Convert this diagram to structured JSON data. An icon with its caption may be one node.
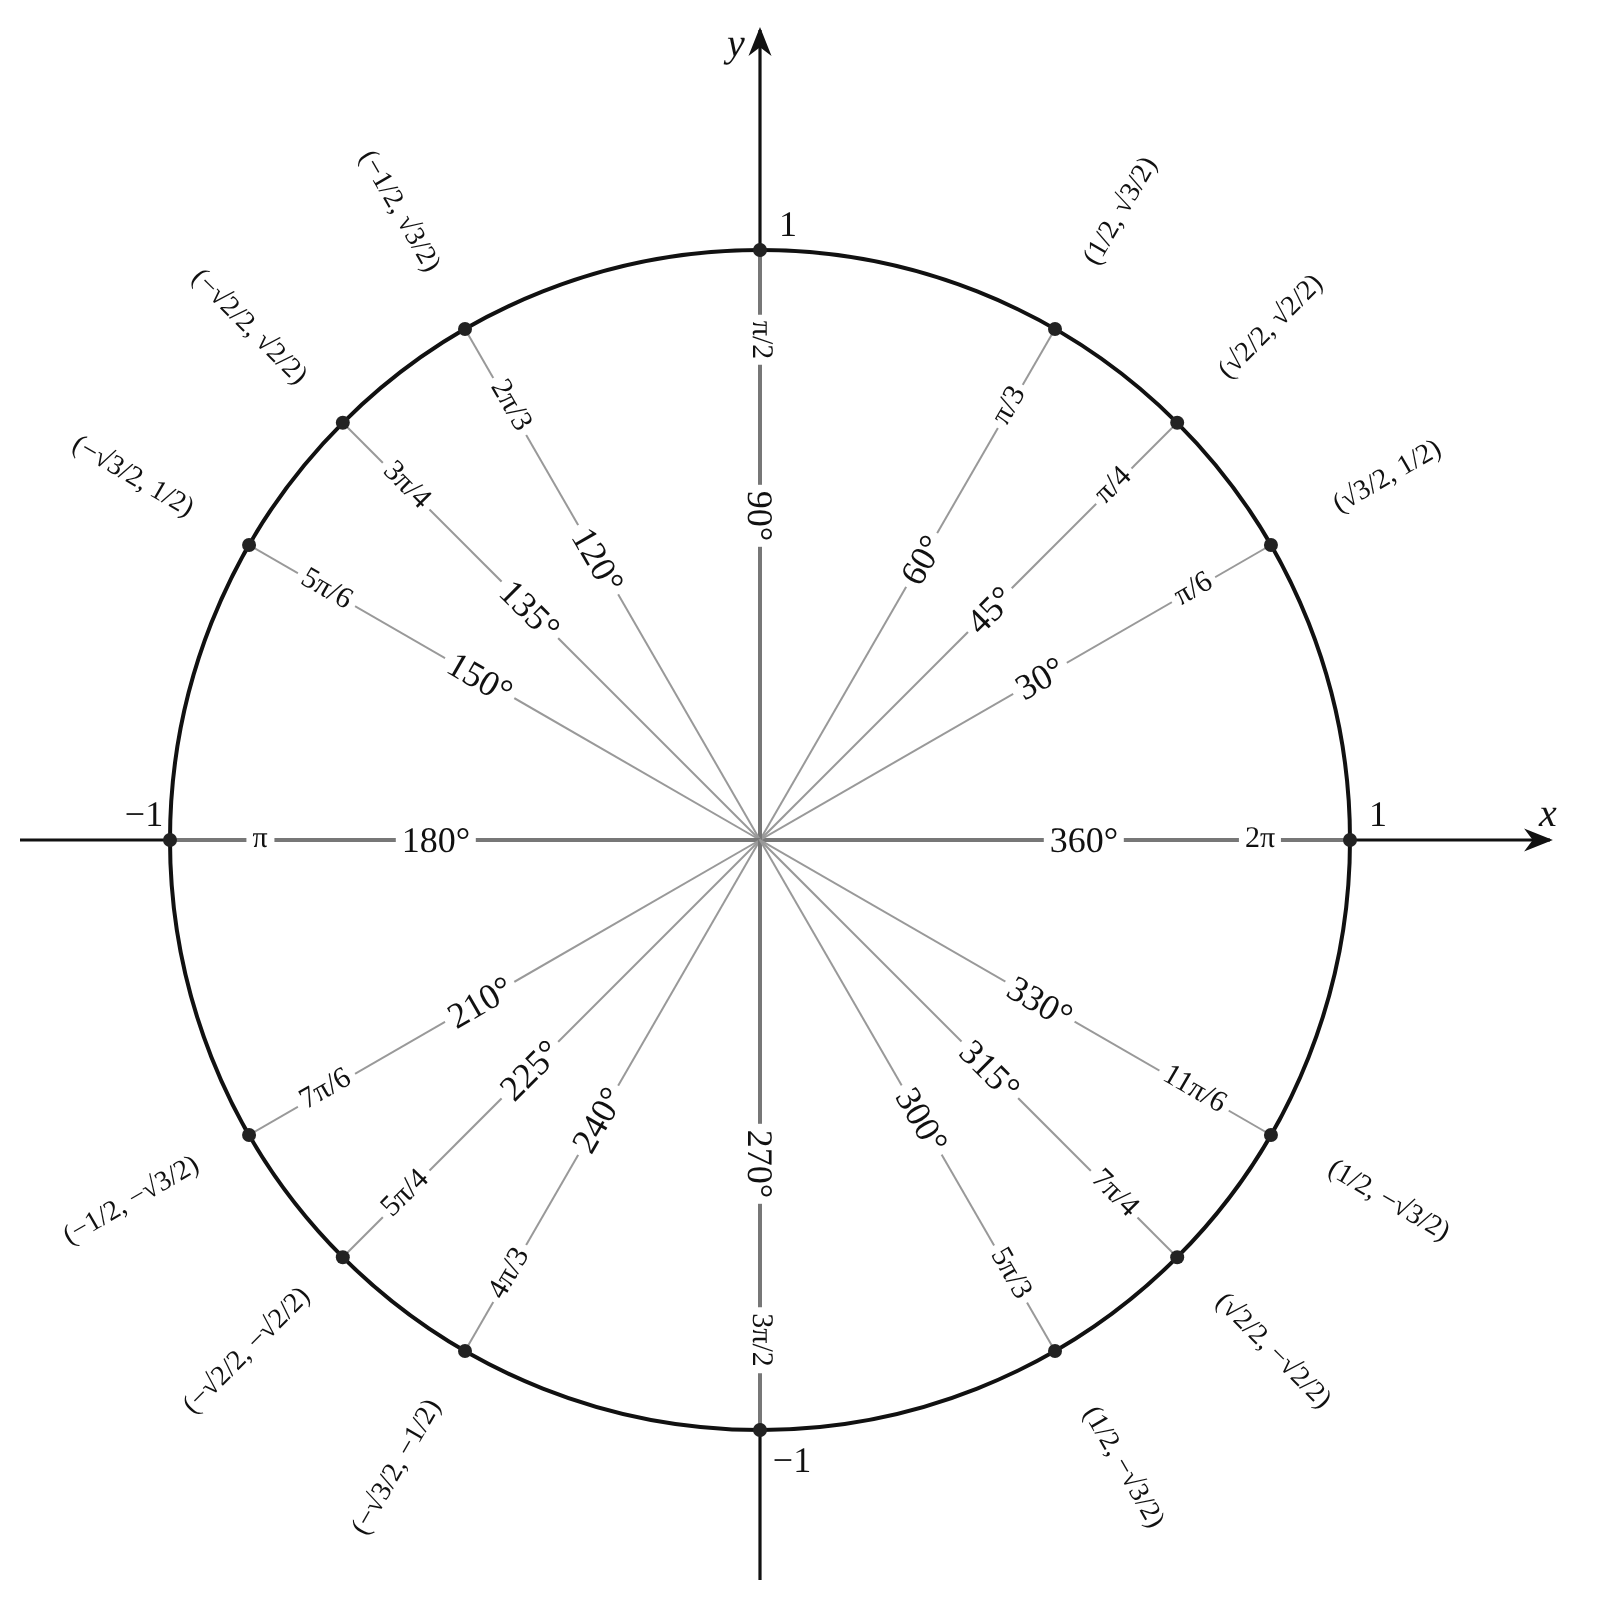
{
  "diagram": {
    "labels": [
      "y",
      "1",
      "−1",
      "1",
      "x",
      "−1",
      "360°",
      "2π",
      "30°",
      "π/6",
      "(√3/2, 1/2)",
      "45°",
      "π/4",
      "(√2/2, √2/2)",
      "60°",
      "π/3",
      "(1/2, √3/2)",
      "90°",
      "π/2",
      "120°",
      "2π/3",
      "(−1/2, √3/2)",
      "135°",
      "3π/4",
      "(−√2/2, √2/2)",
      "150°",
      "5π/6",
      "(−√3/2, 1/2)",
      "180°",
      "π",
      "210°",
      "7π/6",
      "(−1/2, −√3/2)",
      "225°",
      "5π/4",
      "(−√2/2, −√2/2)",
      "240°",
      "4π/3",
      "(−√3/2, −1/2)",
      "270°",
      "3π/2",
      "300°",
      "5π/3",
      "(1/2, −√3/2)",
      "315°",
      "7π/4",
      "(√2/2, −√2/2)",
      "330°",
      "11π/6",
      "(1/2, −√3/2)"
    ]
  }
}
